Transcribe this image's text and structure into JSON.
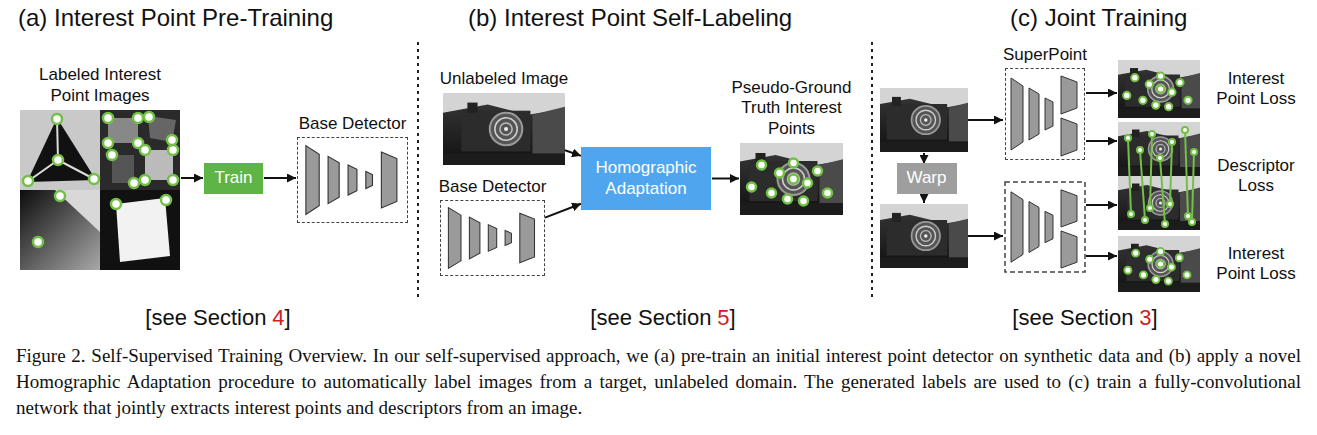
{
  "diagram": {
    "caption": "Figure 2. Self-Supervised Training Overview. In our self-supervised approach, we (a) pre-train an initial interest point detector on synthetic data and (b) apply a novel Homographic Adaptation procedure to automatically label images from a target, unlabeled domain. The generated labels are used to (c) train a fully-convolutional network that jointly extracts interest points and descriptors from an image.",
    "nodes": [
      {
        "text": [
          "Labeled Interest Point Images"
        ]
      },
      {
        "text": [
          "Train"
        ]
      },
      {
        "text": [
          "Base Detector"
        ]
      },
      {
        "text": [
          "Unlabeled Image"
        ]
      },
      {
        "text": [
          "Base Detector"
        ]
      },
      {
        "text": [
          "Homographic Adaptation"
        ]
      },
      {
        "text": [
          "Pseudo-Ground Truth Interest Points"
        ]
      },
      {
        "text": [
          "Warp"
        ]
      },
      {
        "text": [
          "SuperPoint"
        ]
      },
      {
        "text": [
          "Interest Point Loss"
        ]
      },
      {
        "text": [
          "Descriptor Loss"
        ]
      },
      {
        "text": [
          "Interest Point Loss"
        ]
      }
    ],
    "edges": [
      {
        "from": 0,
        "to": 1,
        "arrow": "to"
      },
      {
        "from": 1,
        "to": 2,
        "arrow": "to"
      },
      {
        "from": 3,
        "to": 5,
        "arrow": "to"
      },
      {
        "from": 4,
        "to": 5,
        "arrow": "to"
      },
      {
        "from": 5,
        "to": 6,
        "arrow": "to"
      },
      {
        "from": 8,
        "to": 9,
        "arrow": "to"
      },
      {
        "from": 8,
        "to": 10,
        "arrow": "to"
      }
    ],
    "labels": [
      "(a) Interest Point Pre-Training",
      "(b) Interest Point Self-Labeling",
      "(c) Joint Training",
      "[see Section",
      "4",
      "]",
      "[see Section",
      "5",
      "]",
      "[see Section",
      "3",
      "]"
    ]
  }
}
